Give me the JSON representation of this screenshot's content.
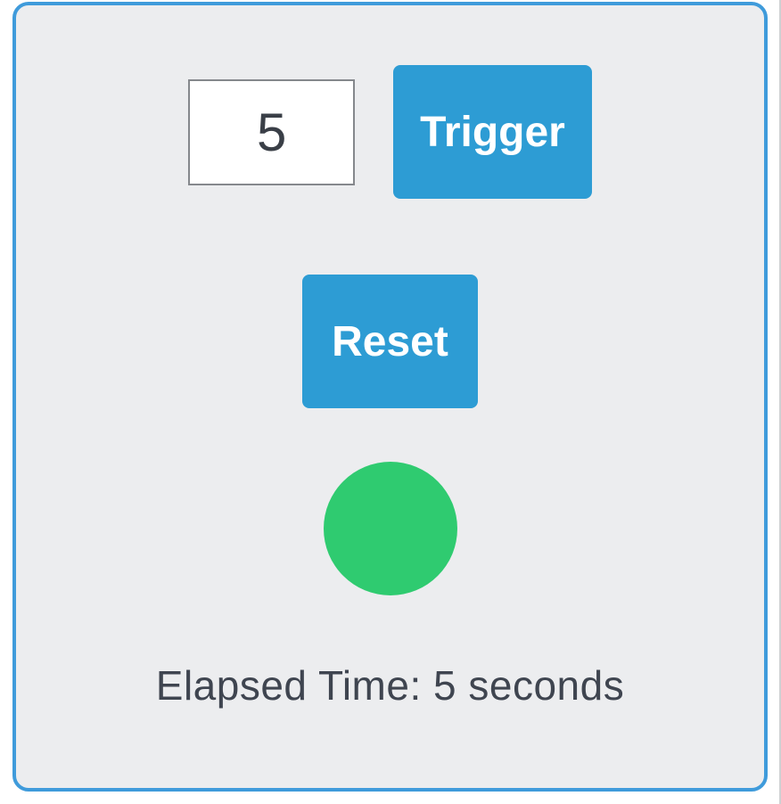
{
  "colors": {
    "page_background": "#FFFFFF",
    "card_background": "#ECEDEF",
    "card_border_blue": "#3F9BDB",
    "button_blue": "#2D9CD4",
    "button_text": "#FFFFFF",
    "status_green": "#2FCB70",
    "elapsed_text_color": "#3F4550",
    "input_border_gray": "#85888C",
    "input_text_color": "#3A3F47"
  },
  "card": {
    "seconds_input": {
      "value": "5"
    },
    "trigger_button_label": "Trigger",
    "reset_button_label": "Reset",
    "status_light": {
      "shape": "circle",
      "state": "green",
      "color": "#2FCB70"
    },
    "elapsed_time_text": "Elapsed Time: 5 seconds"
  }
}
